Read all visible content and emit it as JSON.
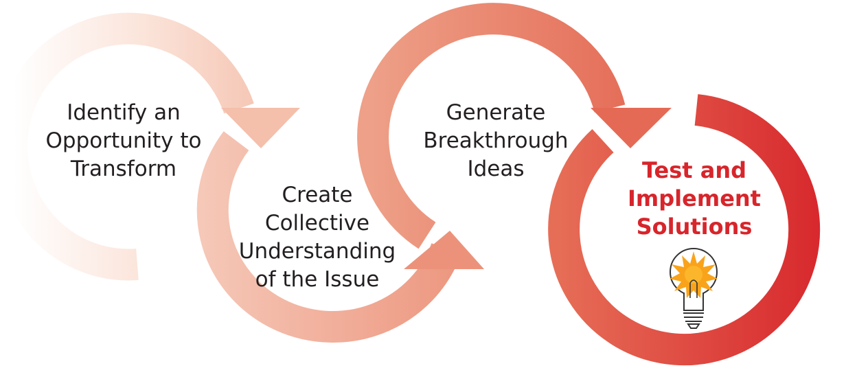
{
  "steps": [
    {
      "lines": [
        "Identify an",
        "Opportunity to",
        "Transform"
      ]
    },
    {
      "lines": [
        "Create",
        "Collective",
        "Understanding",
        "of the Issue"
      ]
    },
    {
      "lines": [
        "Generate",
        "Breakthrough",
        "Ideas"
      ]
    },
    {
      "lines": [
        "Test and",
        "Implement",
        "Solutions"
      ],
      "emphasis": true
    }
  ],
  "colors": {
    "fade_start": "#ffffff",
    "light_salmon": "#f6cbbb",
    "salmon": "#ef9a82",
    "coral": "#e7705d",
    "red": "#d7252b",
    "bulb_glow": "#f9a31b"
  },
  "icons": [
    "lightbulb-icon"
  ]
}
